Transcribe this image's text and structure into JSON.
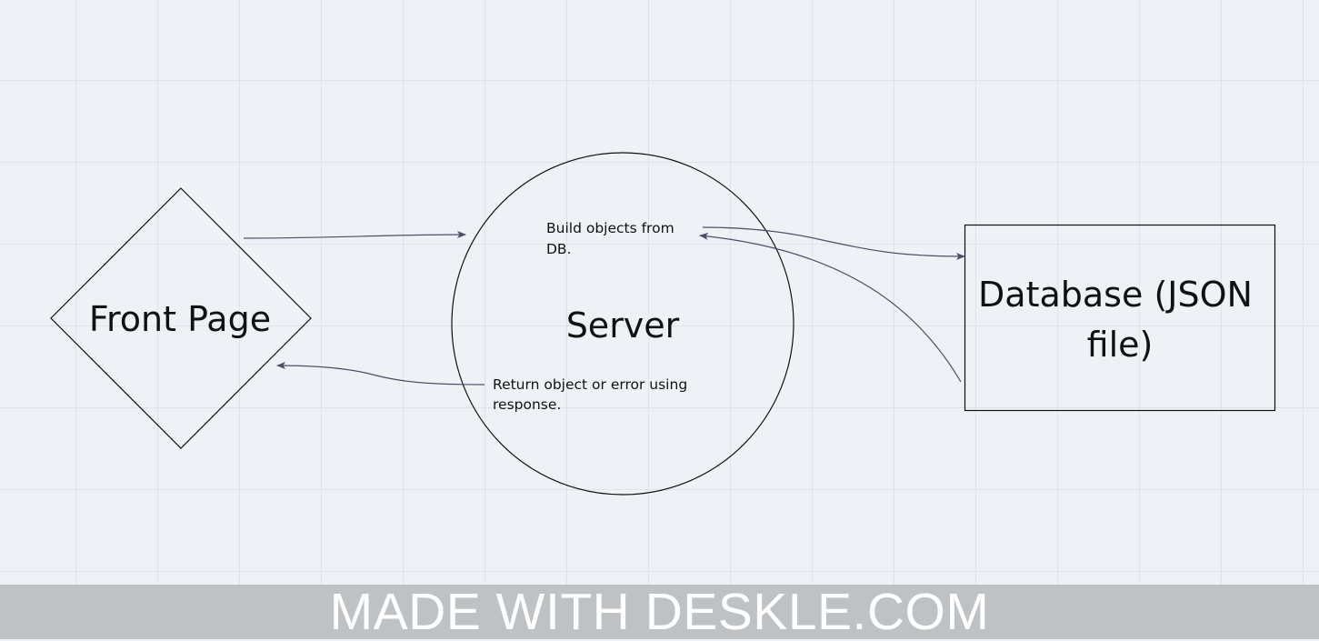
{
  "nodes": {
    "front_page": {
      "label": "Front Page",
      "shape": "diamond"
    },
    "server": {
      "label": "Server",
      "shape": "circle"
    },
    "database": {
      "label_line1": "Database (JSON",
      "label_line2": "file)",
      "shape": "rectangle"
    }
  },
  "notes": {
    "build": {
      "line1": "Build objects from",
      "line2": "DB."
    },
    "return": {
      "line1": "Return object or error using",
      "line2": "response."
    }
  },
  "edges": [
    {
      "from": "front_page",
      "to": "server"
    },
    {
      "from": "server",
      "to": "database"
    },
    {
      "from": "database",
      "to": "server"
    },
    {
      "from": "server",
      "to": "front_page"
    }
  ],
  "colors": {
    "background": "#eef2f6",
    "edge": "#4a4f6a",
    "footer": "#bfc2c5"
  },
  "footer": {
    "watermark": "MADE WITH DESKLE.COM"
  }
}
